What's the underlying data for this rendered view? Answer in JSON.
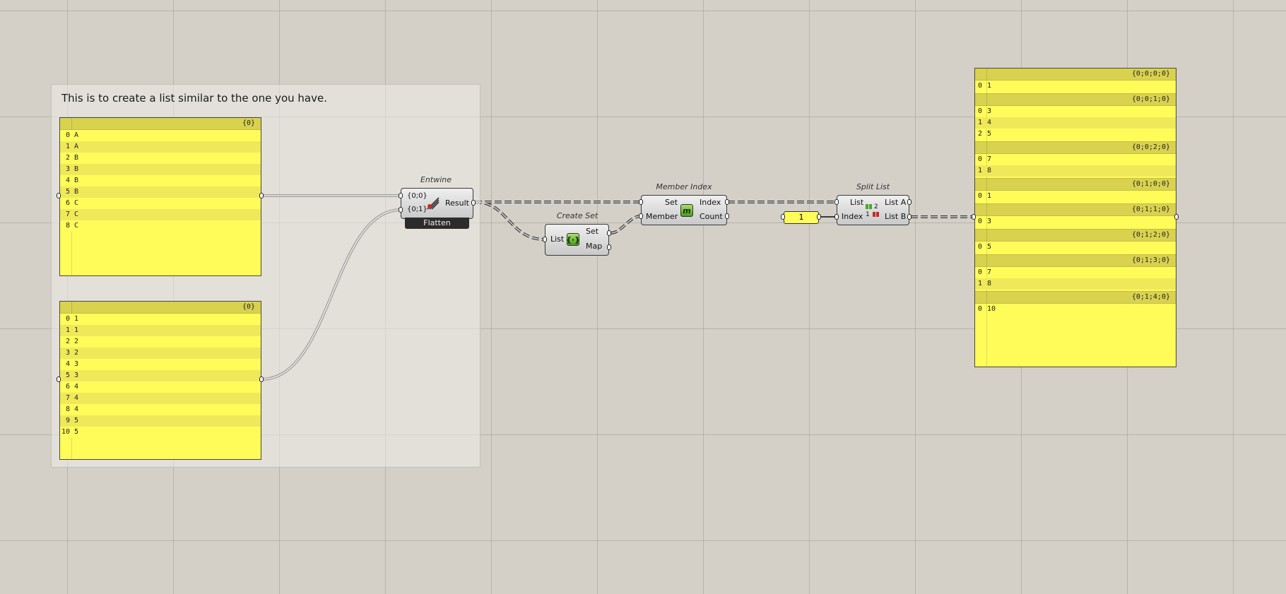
{
  "group": {
    "title": "This is to create a list similar to the one you have."
  },
  "panel_letters": {
    "tree": "{0}",
    "items": [
      {
        "i": "0",
        "v": "A"
      },
      {
        "i": "1",
        "v": "A"
      },
      {
        "i": "2",
        "v": "B"
      },
      {
        "i": "3",
        "v": "B"
      },
      {
        "i": "4",
        "v": "B"
      },
      {
        "i": "5",
        "v": "B"
      },
      {
        "i": "6",
        "v": "C"
      },
      {
        "i": "7",
        "v": "C"
      },
      {
        "i": "8",
        "v": "C"
      }
    ]
  },
  "panel_numbers": {
    "tree": "{0}",
    "items": [
      {
        "i": "0",
        "v": "1"
      },
      {
        "i": "1",
        "v": "1"
      },
      {
        "i": "2",
        "v": "2"
      },
      {
        "i": "3",
        "v": "2"
      },
      {
        "i": "4",
        "v": "3"
      },
      {
        "i": "5",
        "v": "3"
      },
      {
        "i": "6",
        "v": "4"
      },
      {
        "i": "7",
        "v": "4"
      },
      {
        "i": "8",
        "v": "4"
      },
      {
        "i": "9",
        "v": "5"
      },
      {
        "i": "10",
        "v": "5"
      }
    ]
  },
  "entwine": {
    "title": "Entwine",
    "in_a": "{0;0}",
    "in_b": "{0;1}",
    "out": "Result",
    "flag": "Flatten"
  },
  "create_set": {
    "title": "Create Set",
    "in": "List",
    "out_a": "Set",
    "out_b": "Map"
  },
  "member_index": {
    "title": "Member Index",
    "in_a": "Set",
    "in_b": "Member",
    "out_a": "Index",
    "out_b": "Count",
    "icon_letter": "m"
  },
  "number": {
    "value": "1"
  },
  "split_list": {
    "title": "Split List",
    "in_a": "List",
    "in_b": "Index",
    "out_a": "List A",
    "out_b": "List B",
    "icon_top": "2",
    "icon_bottom": "1"
  },
  "output_panel": {
    "branches": [
      {
        "path": "{0;0;0;0}",
        "items": [
          {
            "i": "0",
            "v": "1"
          }
        ]
      },
      {
        "path": "{0;0;1;0}",
        "items": [
          {
            "i": "0",
            "v": "3"
          },
          {
            "i": "1",
            "v": "4"
          },
          {
            "i": "2",
            "v": "5"
          }
        ]
      },
      {
        "path": "{0;0;2;0}",
        "items": [
          {
            "i": "0",
            "v": "7"
          },
          {
            "i": "1",
            "v": "8"
          }
        ]
      },
      {
        "path": "{0;1;0;0}",
        "items": [
          {
            "i": "0",
            "v": "1"
          }
        ]
      },
      {
        "path": "{0;1;1;0}",
        "items": [
          {
            "i": "0",
            "v": "3"
          }
        ]
      },
      {
        "path": "{0;1;2;0}",
        "items": [
          {
            "i": "0",
            "v": "5"
          }
        ]
      },
      {
        "path": "{0;1;3;0}",
        "items": [
          {
            "i": "0",
            "v": "7"
          },
          {
            "i": "1",
            "v": "8"
          }
        ]
      },
      {
        "path": "{0;1;4;0}",
        "items": [
          {
            "i": "0",
            "v": "10"
          }
        ]
      }
    ]
  }
}
